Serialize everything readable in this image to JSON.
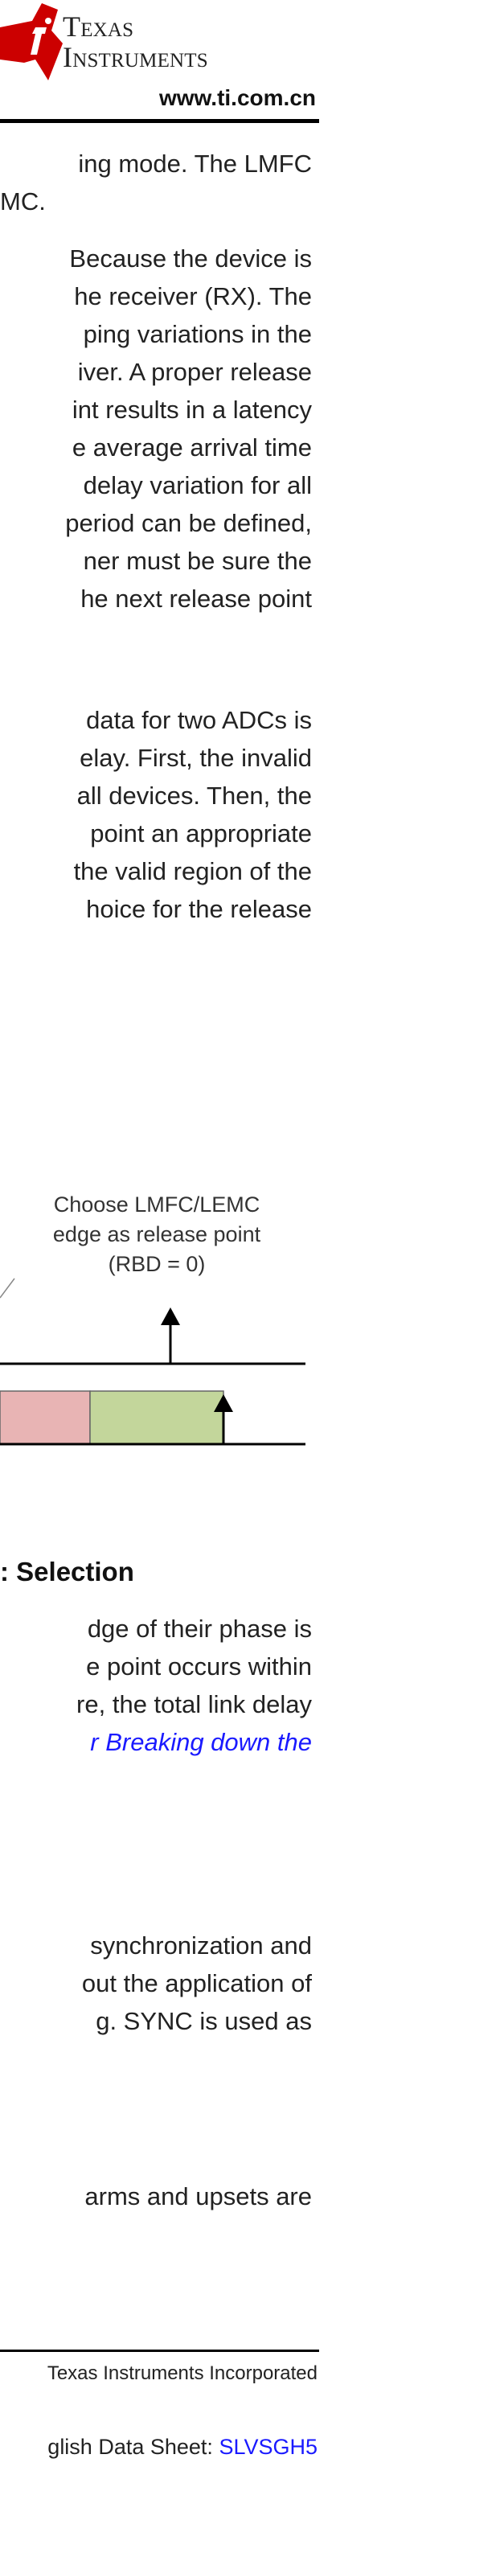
{
  "header": {
    "logo_line1": "Texas",
    "logo_line2": "Instruments",
    "url": "www.ti.com.cn"
  },
  "paragraphs": [
    [
      "ing mode. The LMFC",
      "MC."
    ],
    [
      "Because the device is",
      "he receiver (RX). The",
      "ping variations in the",
      "iver. A proper release",
      "int results in a latency",
      "e average arrival time",
      "delay variation for all",
      "period can be defined,",
      "ner must be sure the",
      "he next release point"
    ],
    [
      "data for two ADCs is",
      "elay. First, the invalid",
      "all devices. Then, the",
      "point an appropriate",
      "the valid region of the",
      "hoice for the release"
    ]
  ],
  "diagram": {
    "label_lines": [
      "Choose LMFC/LEMC",
      "edge as release point",
      "(RBD = 0)"
    ],
    "colors": {
      "red_block": "#e8b4b4",
      "green_block": "#c3d69b",
      "line": "#000000"
    }
  },
  "section_title": ": Selection",
  "section_paragraphs": [
    [
      "dge of their phase is",
      "e point occurs within",
      "re, the total link delay"
    ],
    [
      "synchronization and",
      "out the application of",
      "g. SYNC is used as"
    ],
    [
      "arms and upsets are"
    ]
  ],
  "section_link": "r Breaking down the",
  "footer": {
    "copyright": "Texas Instruments Incorporated",
    "datasheet_label": "glish Data Sheet: ",
    "datasheet_code": "SLVSGH5"
  }
}
